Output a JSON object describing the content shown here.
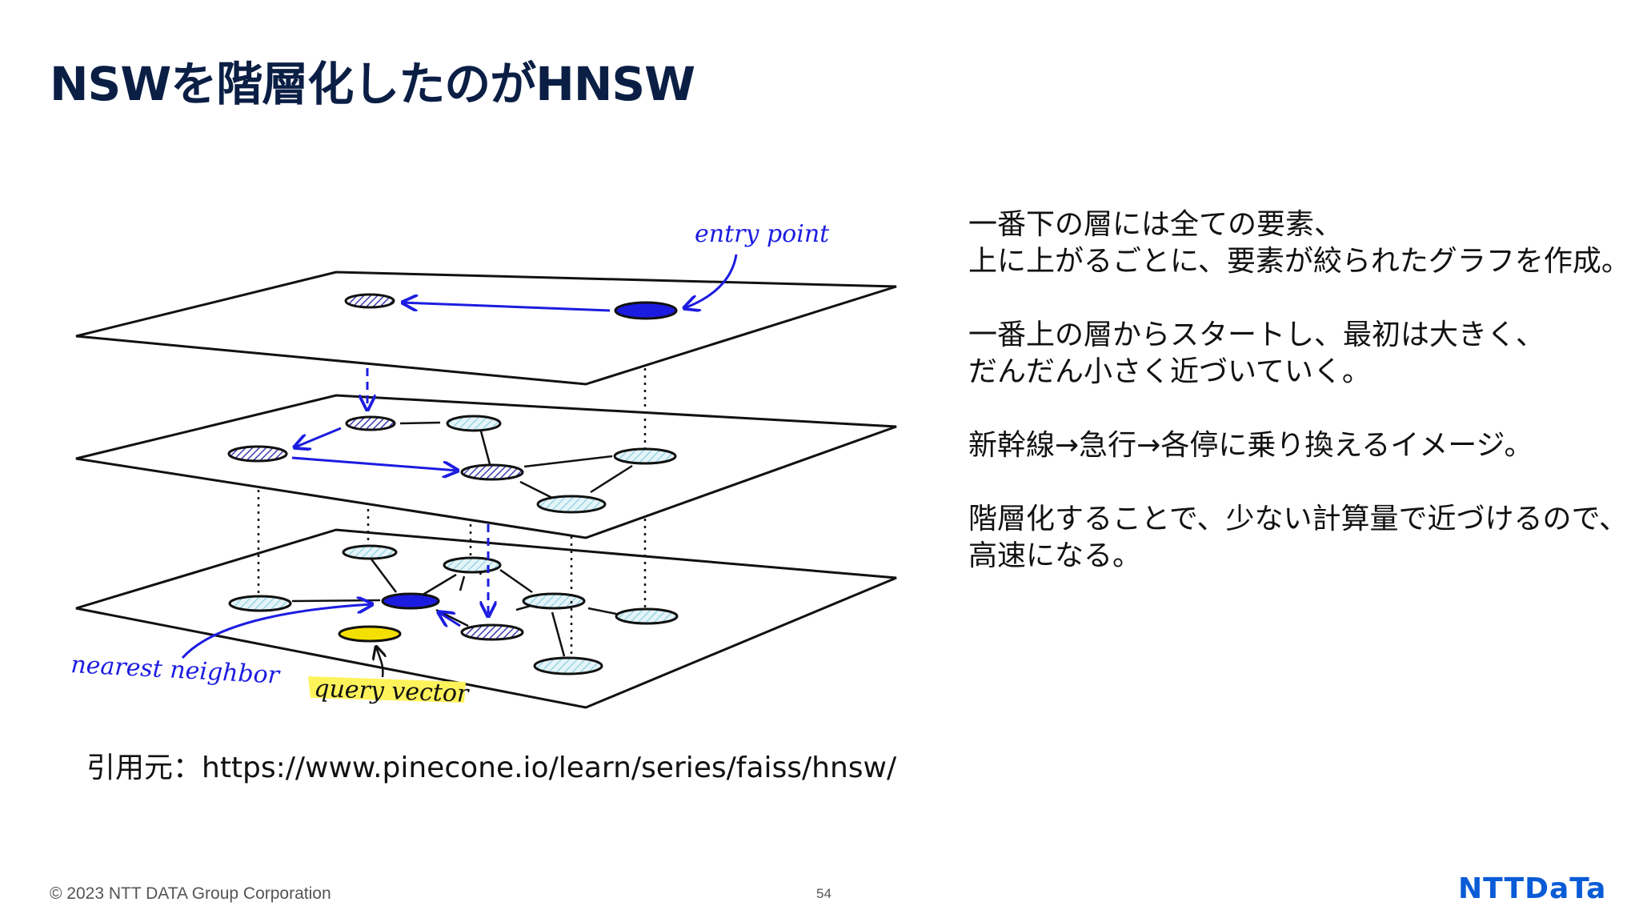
{
  "title": "NSWを階層化したのがHNSW",
  "diagram": {
    "labels": {
      "entry_point": "entry point",
      "nearest_neighbor": "nearest neighbor",
      "query_vector": "query vector"
    },
    "colors": {
      "accent_blue": "#1c1ce0",
      "node_fill_light": "#d6eef4",
      "node_fill_hatched": "#4b4bb8",
      "query_yellow": "#f4e000",
      "highlight_yellow": "#fff35c"
    }
  },
  "description": {
    "paragraphs": [
      [
        "一番下の層には全ての要素、",
        "上に上がるごとに、要素が絞られたグラフを作成。"
      ],
      [
        "一番上の層からスタートし、最初は大きく、",
        "だんだん小さく近づいていく。"
      ],
      [
        "新幹線→急行→各停に乗り換えるイメージ。"
      ],
      [
        "階層化することで、少ない計算量で近づけるので、",
        "高速になる。"
      ]
    ]
  },
  "source": "引用元：https://www.pinecone.io/learn/series/faiss/hnsw/",
  "footer": {
    "copyright": "© 2023 NTT DATA Group Corporation",
    "page_number": "54",
    "logo": "NTTDaTa"
  }
}
